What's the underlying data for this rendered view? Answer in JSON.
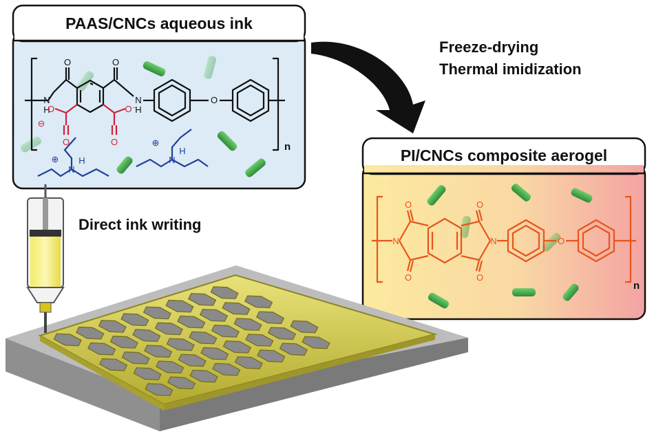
{
  "panel_left": {
    "title": "PAAS/CNCs aqueous ink"
  },
  "panel_right": {
    "title": "PI/CNCs composite aerogel"
  },
  "process": {
    "line1": "Freeze-drying",
    "line2": "Thermal imidization"
  },
  "printing": {
    "label": "Direct ink writing"
  },
  "chem_left": {
    "atoms": {
      "O": "O",
      "N": "N",
      "H": "H",
      "NH": "NH",
      "minus": "⊖",
      "plus": "⊕",
      "O_minus": "O⁻"
    },
    "repeat_index": "n"
  },
  "chem_right": {
    "atoms": {
      "O": "O",
      "N": "N"
    },
    "repeat_index": "n"
  },
  "colors": {
    "ink_panel": "#dcebf6",
    "aerogel_gradient": [
      "#fbe79a",
      "#f4a7a5"
    ],
    "polyimide": "#e8541c",
    "carboxylate": "#d21f3c",
    "amine": "#1f3f9a",
    "cnc": "#3aa24a",
    "lattice": "#c9c24e",
    "substrate": "#9e9e9e"
  }
}
